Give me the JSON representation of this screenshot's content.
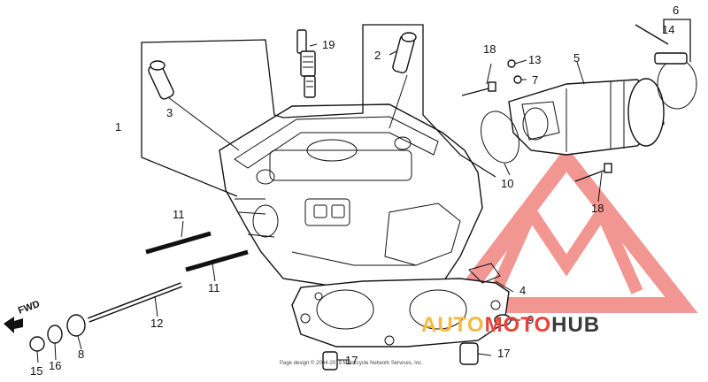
{
  "diagram": {
    "callouts": {
      "c1": "1",
      "c2": "2",
      "c3": "3",
      "c4": "4",
      "c5": "5",
      "c6": "6",
      "c7": "7",
      "c8": "8",
      "c9": "9",
      "c10": "10",
      "c11a": "11",
      "c11b": "11",
      "c12": "12",
      "c13": "13",
      "c14": "14",
      "c15": "15",
      "c16": "16",
      "c17a": "17",
      "c17b": "17",
      "c18a": "18",
      "c18b": "18",
      "c19": "19"
    },
    "fwd_label": "FWD",
    "credit": "Page design © 2004-2019 Motorcycle Network Services, Inc."
  },
  "watermark": {
    "brand_part1": "AUTO",
    "brand_part2": "MOTO",
    "brand_part3": "HUB",
    "colors": {
      "auto": "#f5b942",
      "moto": "#e8423a",
      "hub": "#3a3a3a",
      "logo": "#e8423a"
    }
  }
}
